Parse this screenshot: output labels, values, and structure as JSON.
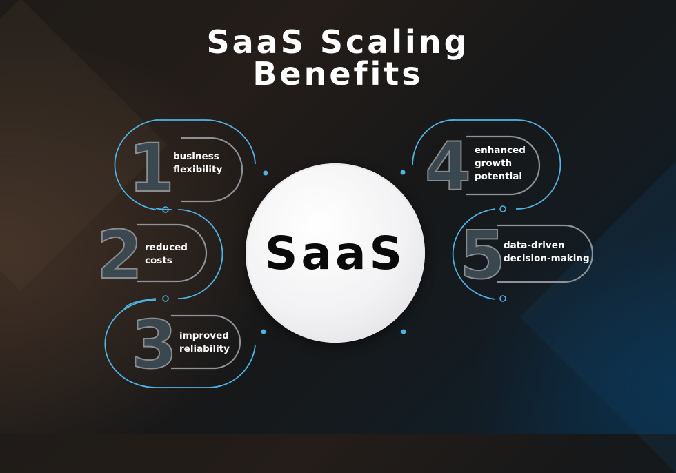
{
  "title": {
    "line1": "SaaS Scaling",
    "line2": "Benefits"
  },
  "center": {
    "label": "SaaS",
    "fill": "#f2f2f4"
  },
  "colors": {
    "accent_blue": "#4fb3e6",
    "pill_outline": "#8f9397",
    "number_fill": "#3c4a52",
    "text": "#ffffff"
  },
  "items": [
    {
      "number": "1",
      "lines": [
        "business",
        "flexibility"
      ]
    },
    {
      "number": "2",
      "lines": [
        "reduced",
        "costs"
      ]
    },
    {
      "number": "3",
      "lines": [
        "improved",
        "reliability"
      ]
    },
    {
      "number": "4",
      "lines": [
        "enhanced",
        "growth",
        "potential"
      ]
    },
    {
      "number": "5",
      "lines": [
        "data-driven",
        "decision-making"
      ]
    }
  ]
}
